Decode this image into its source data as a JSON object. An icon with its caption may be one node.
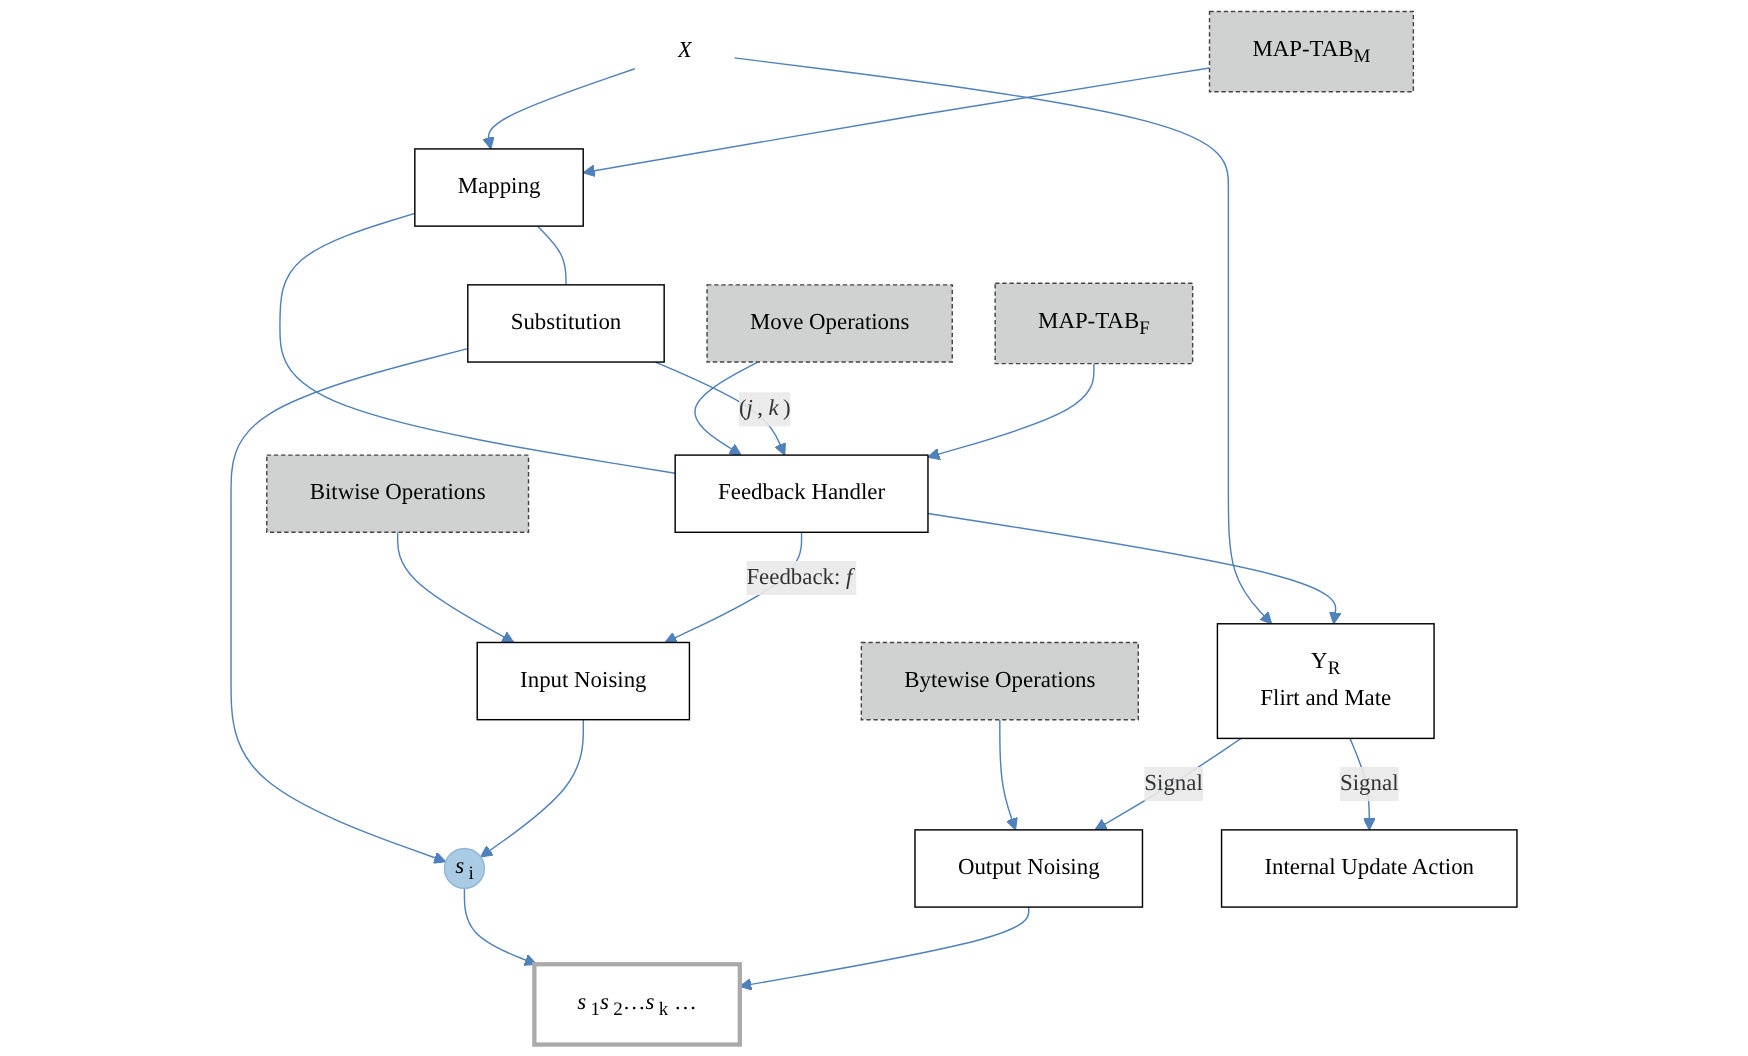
{
  "diagram": {
    "nodes": [
      {
        "text": [
          "X"
        ]
      },
      {
        "text": [
          "MAP-TAB$_{M}$"
        ]
      },
      {
        "text": [
          "Mapping"
        ]
      },
      {
        "text": [
          "Bitwise Operations"
        ]
      },
      {
        "text": [
          "Move Operations"
        ]
      },
      {
        "text": [
          "Substitution"
        ]
      },
      {
        "text": [
          "Feedback Handler"
        ]
      },
      {
        "text": [
          "Input Noising"
        ]
      },
      {
        "text": [
          "*s*$_{i}$"
        ]
      },
      {
        "text": [
          "MAP-TAB$_{F}$"
        ]
      },
      {
        "text": [
          "Y$_{R}$",
          "Flirt and Mate"
        ]
      },
      {
        "text": [
          "Bytewise Operations"
        ]
      },
      {
        "text": [
          "Output Noising"
        ]
      },
      {
        "text": [
          "*s*$_{1}$*s*$_{2}$…*s*$_{k}$ …"
        ]
      },
      {
        "text": [
          "Internal Update Action"
        ]
      }
    ],
    "edges": [
      {
        "from": 0,
        "to": 2,
        "arrow": "to"
      },
      {
        "from": 0,
        "to": 10,
        "arrow": "to"
      },
      {
        "from": 1,
        "to": 2,
        "arrow": "to"
      },
      {
        "from": 2,
        "to": 5,
        "arrow": "none"
      },
      {
        "from": 2,
        "to": 6,
        "arrow": "none"
      },
      {
        "from": 3,
        "to": 7,
        "arrow": "to"
      },
      {
        "from": 4,
        "to": 6,
        "arrow": "to"
      },
      {
        "from": 5,
        "to": 6,
        "label": "(*j*, *k*)",
        "arrow": "to"
      },
      {
        "from": 5,
        "to": 8,
        "arrow": "to"
      },
      {
        "from": 9,
        "to": 6,
        "arrow": "to"
      },
      {
        "from": 7,
        "to": 8,
        "arrow": "to"
      },
      {
        "from": 6,
        "to": 7,
        "label": "Feedback: *f*",
        "arrow": "to"
      },
      {
        "from": 6,
        "to": 10,
        "arrow": "to"
      },
      {
        "from": 8,
        "to": 13,
        "arrow": "to"
      },
      {
        "from": 11,
        "to": 12,
        "arrow": "to"
      },
      {
        "from": 10,
        "to": 12,
        "label": "Signal",
        "arrow": "to"
      },
      {
        "from": 10,
        "to": 14,
        "label": "Signal",
        "arrow": "to"
      },
      {
        "from": 12,
        "to": 13,
        "arrow": "to"
      }
    ]
  }
}
